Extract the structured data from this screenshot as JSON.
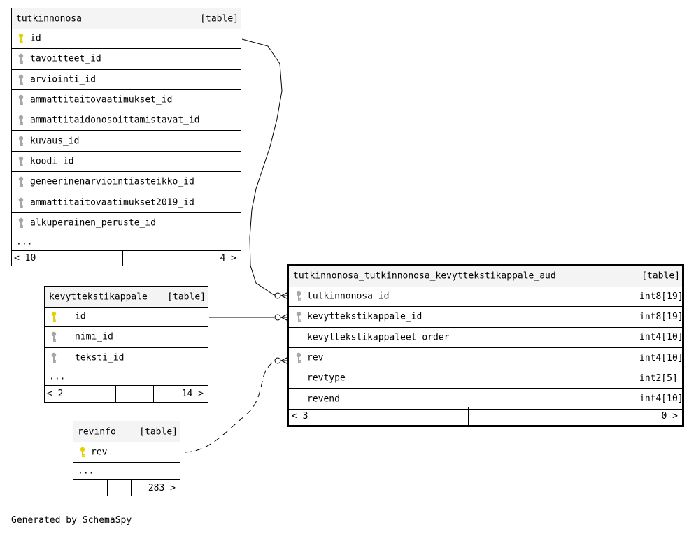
{
  "tables": {
    "tutkinnonosa": {
      "name": "tutkinnonosa",
      "kind": "[table]",
      "columns": [
        {
          "name": "id",
          "key": "primary"
        },
        {
          "name": "tavoitteet_id",
          "key": "foreign"
        },
        {
          "name": "arviointi_id",
          "key": "foreign"
        },
        {
          "name": "ammattitaitovaatimukset_id",
          "key": "foreign"
        },
        {
          "name": "ammattitaidonosoittamistavat_id",
          "key": "foreign"
        },
        {
          "name": "kuvaus_id",
          "key": "foreign"
        },
        {
          "name": "koodi_id",
          "key": "foreign"
        },
        {
          "name": "geneerinenarviointiasteikko_id",
          "key": "foreign"
        },
        {
          "name": "ammattitaitovaatimukset2019_id",
          "key": "foreign"
        },
        {
          "name": "alkuperainen_peruste_id",
          "key": "foreign"
        }
      ],
      "ellipsis": "...",
      "footer": {
        "parents": "< 10",
        "children": "4 >"
      }
    },
    "kevyttekstikappale": {
      "name": "kevyttekstikappale",
      "kind": "[table]",
      "columns": [
        {
          "name": "id",
          "key": "primary"
        },
        {
          "name": "nimi_id",
          "key": "foreign"
        },
        {
          "name": "teksti_id",
          "key": "foreign"
        }
      ],
      "ellipsis": "...",
      "footer": {
        "parents": "< 2",
        "children": "14 >"
      }
    },
    "revinfo": {
      "name": "revinfo",
      "kind": "[table]",
      "columns": [
        {
          "name": "rev",
          "key": "primary"
        }
      ],
      "ellipsis": "...",
      "footer": {
        "parents": "",
        "children": "283 >"
      }
    },
    "aud": {
      "name": "tutkinnonosa_tutkinnonosa_kevyttekstikappale_aud",
      "kind": "[table]",
      "columns": [
        {
          "name": "tutkinnonosa_id",
          "type": "int8[19]",
          "key": "foreign"
        },
        {
          "name": "kevyttekstikappale_id",
          "type": "int8[19]",
          "key": "foreign"
        },
        {
          "name": "kevyttekstikappaleet_order",
          "type": "int4[10]",
          "key": "none"
        },
        {
          "name": "rev",
          "type": "int4[10]",
          "key": "foreign"
        },
        {
          "name": "revtype",
          "type": "int2[5]",
          "key": "none"
        },
        {
          "name": "revend",
          "type": "int4[10]",
          "key": "none"
        }
      ],
      "footer": {
        "parents": "< 3",
        "children": "0 >"
      }
    }
  },
  "relationships": [
    {
      "from": "tutkinnonosa_tutkinnonosa_kevyttekstikappale_aud.tutkinnonosa_id",
      "to": "tutkinnonosa.id",
      "implied": false
    },
    {
      "from": "tutkinnonosa_tutkinnonosa_kevyttekstikappale_aud.kevyttekstikappale_id",
      "to": "kevyttekstikappale.id",
      "implied": false
    },
    {
      "from": "tutkinnonosa_tutkinnonosa_kevyttekstikappale_aud.rev",
      "to": "revinfo.rev",
      "implied": true
    }
  ],
  "colors": {
    "primary_key": "#e8d000",
    "foreign_key": "#a6a6a6",
    "header_bg": "#f4f4f4"
  },
  "credit": "Generated by SchemaSpy"
}
